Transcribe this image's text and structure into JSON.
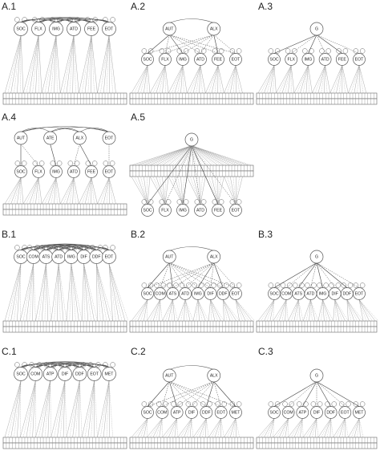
{
  "panels": [
    {
      "id": "A.1",
      "label": "A.1",
      "type": "corr",
      "factors": [
        "SOC",
        "FLX",
        "IMG",
        "ATD",
        "FEE",
        "EOT"
      ]
    },
    {
      "id": "A.2",
      "label": "A.2",
      "type": "bifactor2",
      "top": [
        "AUT",
        "ALX"
      ],
      "factors": [
        "SOC",
        "FLX",
        "IMG",
        "ATD",
        "FEE",
        "EOT"
      ]
    },
    {
      "id": "A.3",
      "label": "A.3",
      "type": "second",
      "top": [
        "G"
      ],
      "factors": [
        "SOC",
        "FLX",
        "IMG",
        "ATD",
        "FEE",
        "EOT"
      ]
    },
    {
      "id": "A.4",
      "label": "A.4",
      "type": "four",
      "top": [
        "AUT",
        "ATE",
        "ALX",
        "EOT"
      ],
      "factors": [
        "SOC",
        "FLX",
        "IMG",
        "ATD",
        "FEE",
        "EOT"
      ]
    },
    {
      "id": "A.5",
      "label": "A.5",
      "type": "bifactorG",
      "top": [
        "G"
      ],
      "factors": [
        "SOC",
        "FLX",
        "IMG",
        "ATD",
        "FEE",
        "EOT"
      ]
    },
    {
      "id": "B.1",
      "label": "B.1",
      "type": "corr",
      "factors": [
        "SOC",
        "COM",
        "ATS",
        "ATD",
        "IMG",
        "DIF",
        "DDF",
        "EOT"
      ]
    },
    {
      "id": "B.2",
      "label": "B.2",
      "type": "bifactor2",
      "top": [
        "AUT",
        "ALX"
      ],
      "factors": [
        "SOC",
        "COM",
        "ATS",
        "ATD",
        "IMG",
        "DIF",
        "DDF",
        "EOT"
      ]
    },
    {
      "id": "B.3",
      "label": "B.3",
      "type": "second",
      "top": [
        "G"
      ],
      "factors": [
        "SOC",
        "COM",
        "ATS",
        "ATD",
        "IMG",
        "DIF",
        "DDF",
        "EOT"
      ]
    },
    {
      "id": "C.1",
      "label": "C.1",
      "type": "corr",
      "factors": [
        "SOC",
        "COM",
        "ATP",
        "DIF",
        "DDF",
        "EOT",
        "MET"
      ]
    },
    {
      "id": "C.2",
      "label": "C.2",
      "type": "bifactor2",
      "top": [
        "AUT",
        "ALX"
      ],
      "factors": [
        "SOC",
        "COM",
        "ATP",
        "DIF",
        "DDF",
        "EOT",
        "MET"
      ]
    },
    {
      "id": "C.3",
      "label": "C.3",
      "type": "second",
      "top": [
        "G"
      ],
      "factors": [
        "SOC",
        "COM",
        "ATP",
        "DIF",
        "DDF",
        "EOT",
        "MET"
      ]
    }
  ]
}
